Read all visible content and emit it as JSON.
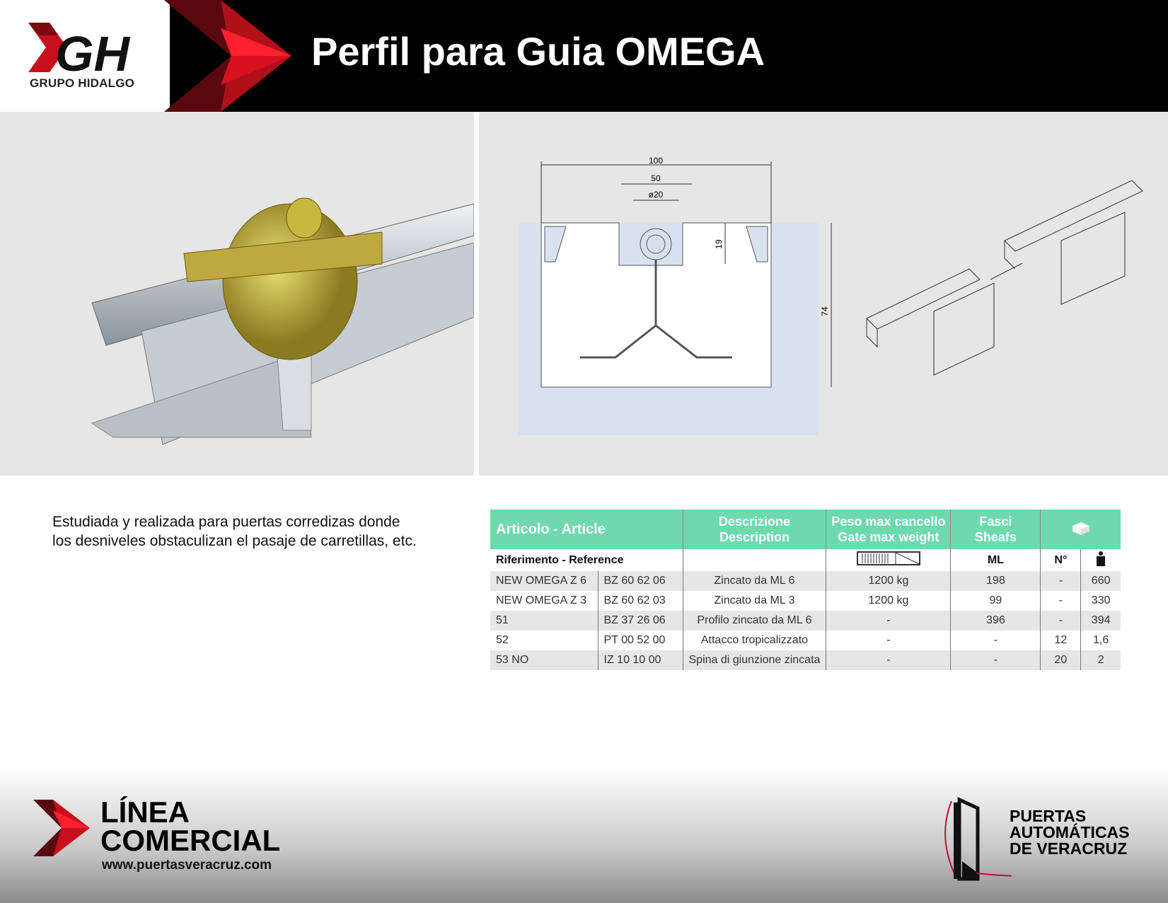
{
  "header": {
    "logo_brand": "GH",
    "logo_company": "GRUPO HIDALGO",
    "title": "Perfil para Guia OMEGA"
  },
  "diagram": {
    "dim_width": "100",
    "dim_center": "50",
    "dim_diameter": "ø20",
    "dim_depth_top": "19",
    "dim_height": "74"
  },
  "description": [
    "Estudiada y realizada para puertas corredizas donde",
    "los desniveles obstaculizan el pasaje de carretillas, etc."
  ],
  "table": {
    "headers": {
      "article": "Articolo - Article",
      "description": [
        "Descrizione",
        "Description"
      ],
      "weight": [
        "Peso max cancello",
        "Gate max weight"
      ],
      "sheafs": [
        "Fasci",
        "Sheafs"
      ],
      "package_icon": "box-icon"
    },
    "subheader": {
      "reference": "Riferimento - Reference",
      "weight_icon": "gate-icon",
      "ml": "ML",
      "number": "N°",
      "kg_icon": "weight-kg-icon"
    },
    "rows": [
      {
        "ref": "NEW OMEGA Z 6",
        "code": "BZ 60 62 06",
        "desc": "Zincato da ML 6",
        "weight": "1200 kg",
        "ml": "198",
        "n": "-",
        "kg": "660"
      },
      {
        "ref": "NEW OMEGA Z 3",
        "code": "BZ 60 62 03",
        "desc": "Zincato da ML 3",
        "weight": "1200 kg",
        "ml": "99",
        "n": "-",
        "kg": "330"
      },
      {
        "ref": "51",
        "code": "BZ 37 26 06",
        "desc": "Profilo zincato da ML 6",
        "weight": "-",
        "ml": "396",
        "n": "-",
        "kg": "394"
      },
      {
        "ref": "52",
        "code": "PT 00 52 00",
        "desc": "Attacco tropicalizzato",
        "weight": "-",
        "ml": "-",
        "n": "12",
        "kg": "1,6"
      },
      {
        "ref": "53 NO",
        "code": "IZ 10 10 00",
        "desc": "Spina di giunzione zincata",
        "weight": "-",
        "ml": "-",
        "n": "20",
        "kg": "2"
      }
    ]
  },
  "footer": {
    "line1": "LÍNEA",
    "line2": "COMERCIAL",
    "website": "www.puertasveracruz.com",
    "partner": [
      "PUERTAS",
      "AUTOMÁTICAS",
      "DE VERACRUZ"
    ]
  },
  "colors": {
    "accent": "#6fd9ae",
    "brand_red": "#d0101e",
    "header_bg": "#000000"
  }
}
